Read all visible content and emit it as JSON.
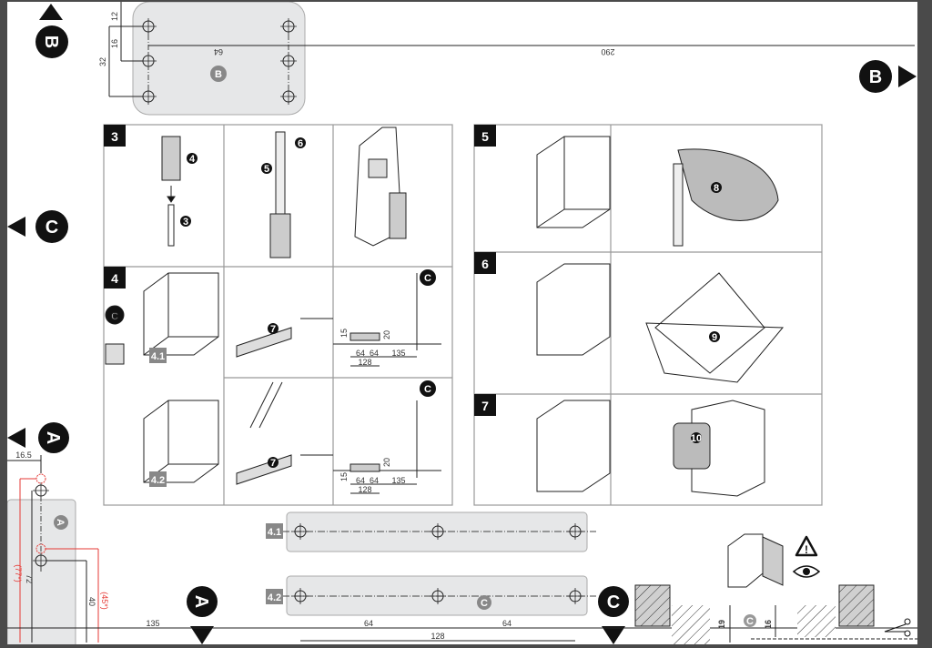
{
  "markers": {
    "a": "A",
    "b": "B",
    "c": "C"
  },
  "top_plate": {
    "dims": {
      "d12": "12",
      "d16": "16",
      "d32": "32",
      "d64": "64",
      "d290": "290"
    }
  },
  "left_plate": {
    "dims": {
      "d16_5": "16.5",
      "d72": "72",
      "d40": "40",
      "d77": "(77*)",
      "d45": "(45*)",
      "d135": "135"
    }
  },
  "steps": [
    {
      "number": "3",
      "callouts": [
        "4",
        "3",
        "6",
        "5"
      ]
    },
    {
      "number": "4",
      "callouts": [
        "4.1",
        "4.2",
        "7",
        "7"
      ]
    },
    {
      "number": "5",
      "callouts": [
        "8"
      ]
    },
    {
      "number": "6",
      "callouts": [
        "9"
      ]
    },
    {
      "number": "7",
      "callouts": [
        "10"
      ]
    }
  ],
  "detail_dims": {
    "d15": "15",
    "d20": "20",
    "d64": "64",
    "d128": "128",
    "d135": "135"
  },
  "bottom_plates": [
    {
      "label": "4.1"
    },
    {
      "label": "4.2"
    }
  ],
  "bottom_dims": {
    "d64a": "64",
    "d128": "128",
    "d64b": "64"
  },
  "section_dims": {
    "d19": "19",
    "d16": "16"
  },
  "icons": [
    "warning-icon",
    "eye-icon",
    "scissors-icon"
  ]
}
